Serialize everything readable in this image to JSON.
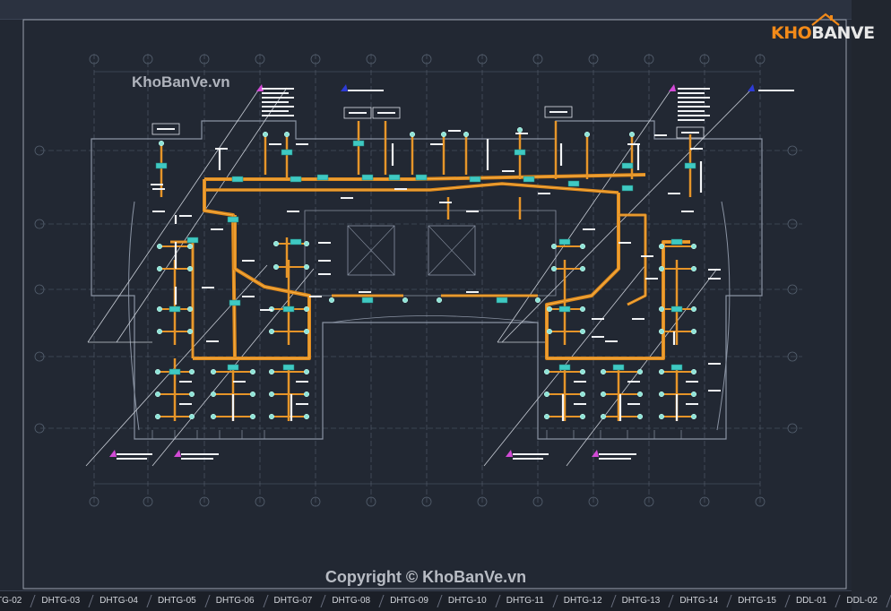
{
  "watermarks": {
    "top": "KhoBanVe.vn",
    "bottom": "Copyright © KhoBanVe.vn"
  },
  "logo": {
    "part1": "KHO",
    "part2": "BANVE"
  },
  "grid": {
    "column_count": 12,
    "row_count": 6
  },
  "colors": {
    "background": "#222833",
    "duct": "#e08a1c",
    "duct_highlight": "#f6b34a",
    "unit": "#3fc9c2",
    "grid": "#55606f",
    "wall": "#8a93a3",
    "leader": "#c7ccd5",
    "marker_magenta": "#d24ad6",
    "marker_blue": "#2d3bd6"
  },
  "tabs": [
    "TG-02",
    "DHTG-03",
    "DHTG-04",
    "DHTG-05",
    "DHTG-06",
    "DHTG-07",
    "DHTG-08",
    "DHTG-09",
    "DHTG-10",
    "DHTG-11",
    "DHTG-12",
    "DHTG-13",
    "DHTG-14",
    "DHTG-15",
    "DDL-01",
    "DDL-02"
  ]
}
